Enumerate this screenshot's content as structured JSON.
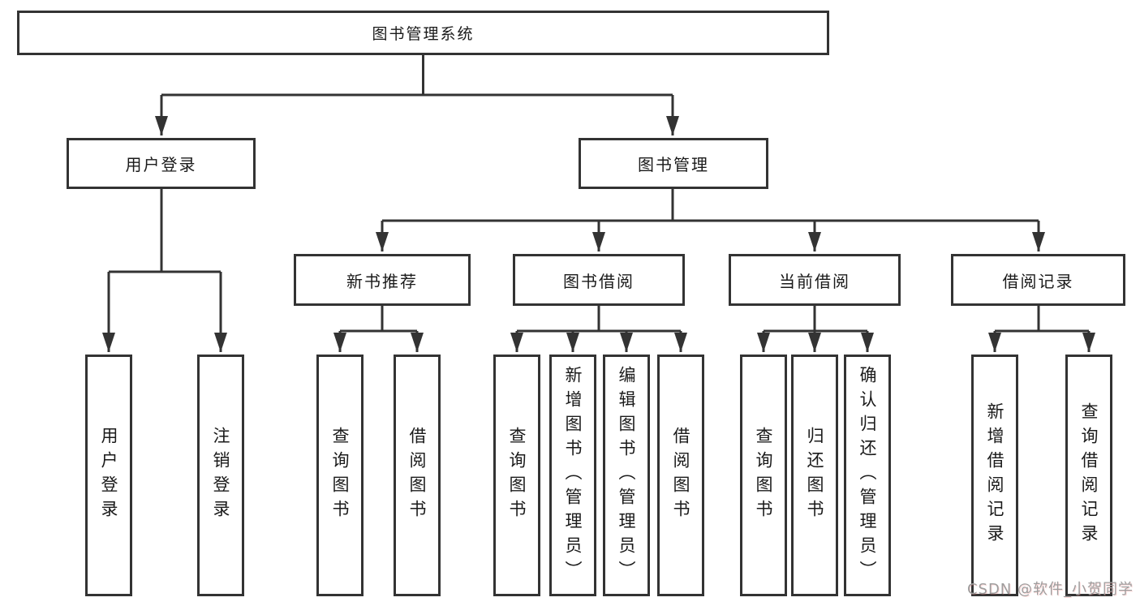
{
  "diagram": {
    "title": "图书管理系统",
    "root": {
      "label": "图书管理系统"
    },
    "level2": [
      {
        "id": "user-login",
        "label": "用户登录"
      },
      {
        "id": "book-management",
        "label": "图书管理"
      }
    ],
    "level3": [
      {
        "id": "new-book-recommend",
        "label": "新书推荐",
        "parent": "图书管理"
      },
      {
        "id": "book-borrow",
        "label": "图书借阅",
        "parent": "图书管理"
      },
      {
        "id": "current-borrow",
        "label": "当前借阅",
        "parent": "图书管理"
      },
      {
        "id": "borrow-records",
        "label": "借阅记录",
        "parent": "图书管理"
      }
    ],
    "leaves": [
      {
        "label": "用户登录",
        "parent": "用户登录"
      },
      {
        "label": "注销登录",
        "parent": "用户登录"
      },
      {
        "label": "查询图书",
        "parent": "新书推荐"
      },
      {
        "label": "借阅图书",
        "parent": "新书推荐"
      },
      {
        "label": "查询图书",
        "parent": "图书借阅"
      },
      {
        "label": "新增图书（管理员）",
        "parent": "图书借阅"
      },
      {
        "label": "编辑图书（管理员）",
        "parent": "图书借阅"
      },
      {
        "label": "借阅图书",
        "parent": "图书借阅"
      },
      {
        "label": "查询图书",
        "parent": "当前借阅"
      },
      {
        "label": "归还图书",
        "parent": "当前借阅"
      },
      {
        "label": "确认归还（管理员）",
        "parent": "当前借阅"
      },
      {
        "label": "新增借阅记录",
        "parent": "借阅记录"
      },
      {
        "label": "查询借阅记录",
        "parent": "借阅记录"
      }
    ]
  },
  "watermark": {
    "text": "CSDN @软件_小贺同学"
  },
  "colors": {
    "line": "#333333",
    "box_border": "#333333",
    "text": "#1a1a1a",
    "background": "#ffffff",
    "watermark": "#9e9e9e"
  }
}
